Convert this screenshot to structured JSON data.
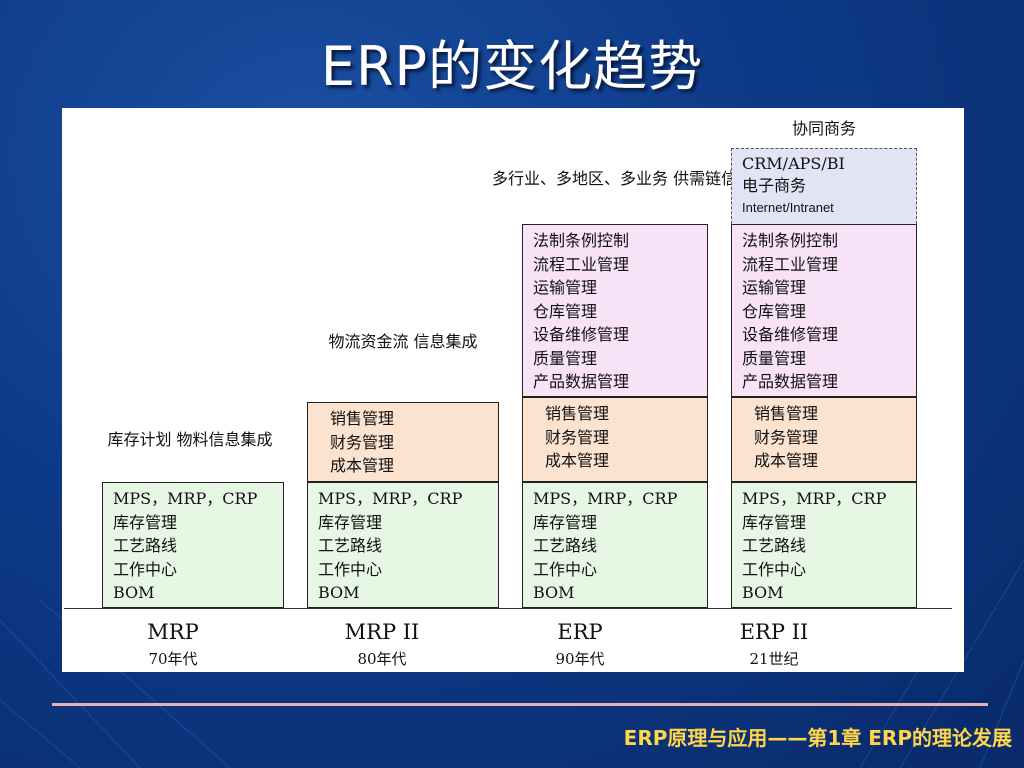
{
  "slide": {
    "title": "ERP的变化趋势",
    "footer": "ERP原理与应用——第1章 ERP的理论发展"
  },
  "diagram": {
    "columns": [
      {
        "era": "MRP",
        "period": "70年代",
        "caption": [
          "库存计划",
          "物料信息集成"
        ],
        "base": [
          "MPS，MRP，CRP",
          "库存管理",
          "工艺路线",
          "工作中心",
          "BOM"
        ]
      },
      {
        "era": "MRP II",
        "period": "80年代",
        "caption": [
          "物流资金流",
          "信息集成"
        ],
        "finance": [
          "销售管理",
          "财务管理",
          "成本管理"
        ],
        "base": [
          "MPS，MRP，CRP",
          "库存管理",
          "工艺路线",
          "工作中心",
          "BOM"
        ]
      },
      {
        "era": "ERP",
        "period": "90年代",
        "caption": [
          "多行业、多地区、多业务",
          "供需链信息集成"
        ],
        "extended": [
          "法制条例控制",
          "流程工业管理",
          "运输管理",
          "仓库管理",
          "设备维修管理",
          "质量管理",
          "产品数据管理"
        ],
        "finance": [
          "销售管理",
          "财务管理",
          "成本管理"
        ],
        "base": [
          "MPS，MRP，CRP",
          "库存管理",
          "工艺路线",
          "工作中心",
          "BOM"
        ]
      },
      {
        "era": "ERP II",
        "period": "21世纪",
        "caption": [
          "协同商务"
        ],
        "collab": [
          "CRM/APS/BI",
          "电子商务",
          "Internet/Intranet"
        ],
        "extended": [
          "法制条例控制",
          "流程工业管理",
          "运输管理",
          "仓库管理",
          "设备维修管理",
          "质量管理",
          "产品数据管理"
        ],
        "finance": [
          "销售管理",
          "财务管理",
          "成本管理"
        ],
        "base": [
          "MPS，MRP，CRP",
          "库存管理",
          "工艺路线",
          "工作中心",
          "BOM"
        ]
      }
    ]
  },
  "colors": {
    "background": "#0d3a88",
    "base_box": "#e6f7e4",
    "finance_box": "#fbe3cf",
    "extended_box": "#f7e2f7",
    "collab_box": "#e2e3f5",
    "footer_text": "#ffd54a"
  }
}
